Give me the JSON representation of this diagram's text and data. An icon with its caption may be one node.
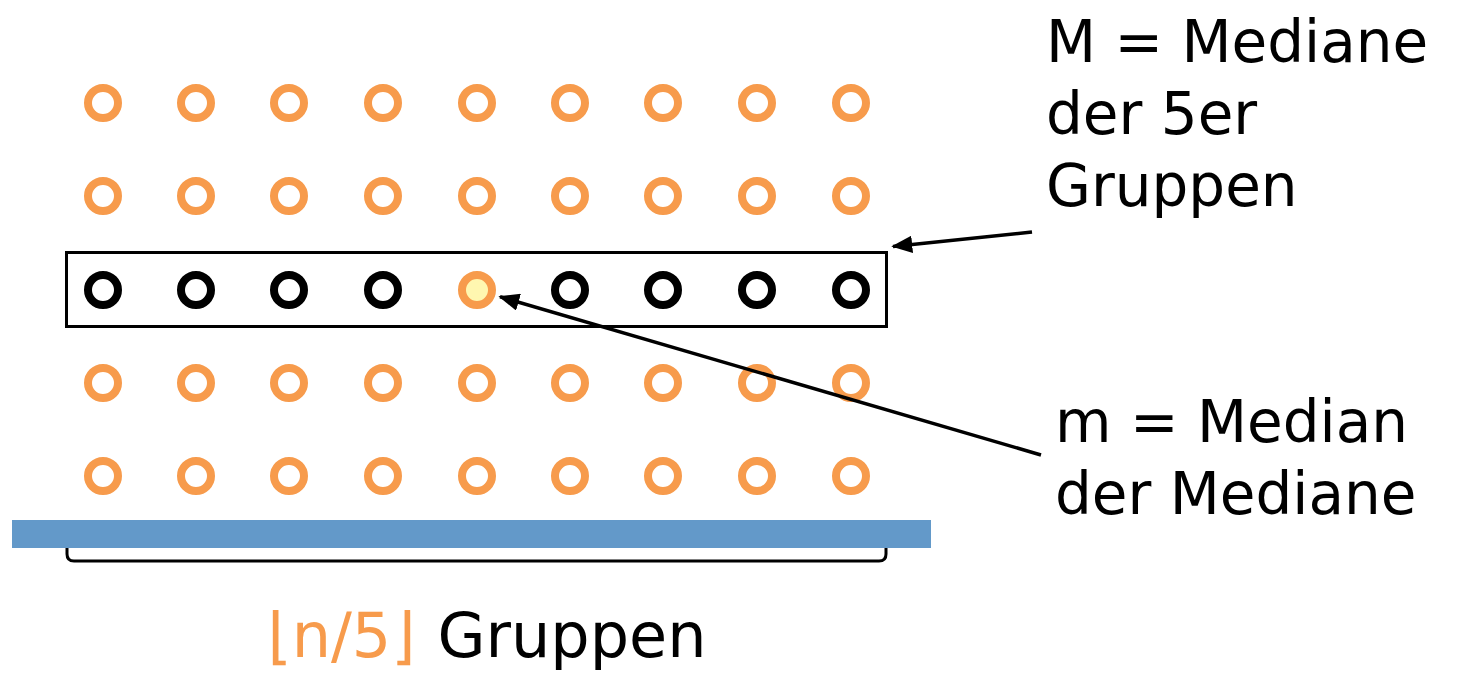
{
  "diagram": {
    "nodes": [
      {
        "text": [
          "M = Mediane der 5er Gruppen"
        ]
      },
      {
        "text": [],
        "shape": "box"
      },
      {
        "text": [],
        "shape": "circle",
        "in": 1
      },
      {
        "text": [
          "m = Median der Mediane"
        ]
      }
    ],
    "edges": [
      {
        "from": 0,
        "to": 1,
        "arrow": "to"
      },
      {
        "from": 3,
        "to": 2,
        "arrow": "to"
      }
    ],
    "labels": [
      "⌊n/5⌋",
      "Gruppen"
    ]
  }
}
